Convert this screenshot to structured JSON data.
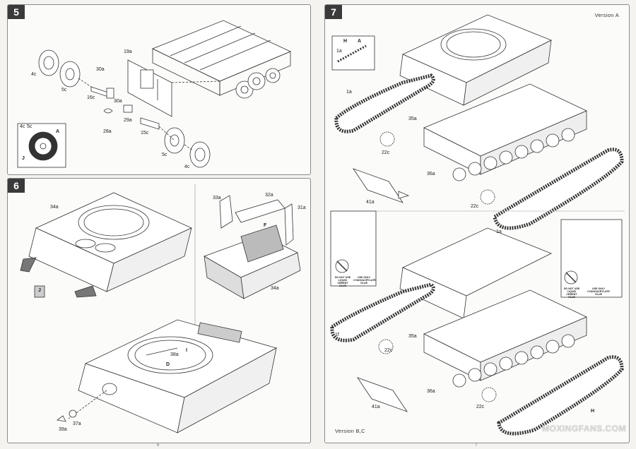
{
  "step5": {
    "number": "5",
    "labels": {
      "p4c_a": "4c",
      "p5c_a": "5c",
      "p16c": "16c",
      "p19a": "19a",
      "p30a_a": "30a",
      "p30a_b": "30a",
      "p28a": "28a",
      "p29a": "29a",
      "p15c": "15c",
      "p5c_b": "5c",
      "p4c_b": "4c",
      "inset_4c": "4c",
      "inset_5c": "5c",
      "inset_a": "A",
      "inset_j": "J"
    }
  },
  "step6": {
    "number": "6",
    "labels": {
      "p34a": "34a",
      "p33a": "33a",
      "p32a": "32a",
      "p31a": "31a",
      "p34a_b": "34a",
      "p38a": "38a",
      "p37a": "37a",
      "p39a": "39a",
      "marker_f": "F",
      "marker_j": "J",
      "marker_i": "I",
      "marker_d": "D"
    }
  },
  "step7": {
    "number": "7",
    "version_top": "Version A",
    "version_bottom": "Version B,C",
    "labels": {
      "p1a": "1a",
      "p1a_b": "1a",
      "p35a": "35a",
      "p22c": "22c",
      "p36a": "36a",
      "p41a": "41a",
      "p22c_b": "22c",
      "p1a_c": "1a",
      "p1f": "1f",
      "p35a_b": "35a",
      "p22c_c": "22c",
      "p36a_b": "36a",
      "p41a_b": "41a",
      "p22c_d": "22c",
      "marker_h": "H",
      "marker_a": "A",
      "marker_h2": "H"
    },
    "warnings": {
      "no_liquid": "DO NOT USE LIQUID CEMENT GLUE",
      "use_cyano": "USE ONLY CYANOACRYLATE GLUE",
      "no_liquid_2": "DO NOT USE LIQUID CEMENT GLUE",
      "use_cyano_2": "USE ONLY CYANOACRYLATE GLUE"
    }
  },
  "watermark": "MOXINGFANS.COM",
  "page_left": "6",
  "page_right": "7"
}
